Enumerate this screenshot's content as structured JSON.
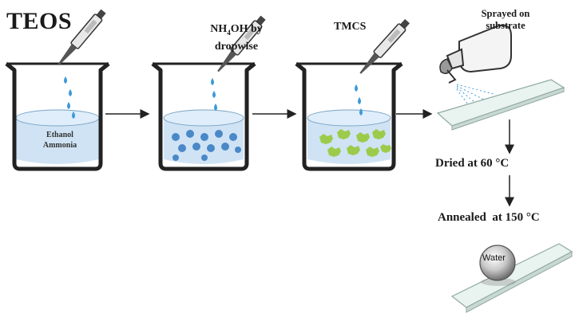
{
  "steps": {
    "teos": "TEOS",
    "nh4oh_formula_a": "NH",
    "nh4oh_formula_sub": "4",
    "nh4oh_formula_b": "OH by",
    "nh4oh_line2": "dropwise",
    "tmcs": "TMCS",
    "sprayed_line1": "Sprayed on",
    "sprayed_line2": "substrate"
  },
  "solvent": {
    "line1": "Ethanol",
    "line2": "Ammonia"
  },
  "process": {
    "dried": "Dried at 60 °C",
    "annealed": "Annealed  at 150 °C"
  },
  "droplet_label": "Water",
  "colors": {
    "liquid": "#cfe3f4",
    "silica_particles": "#4a88c8",
    "modified_particles": "#9ccb4c",
    "drops": "#3d9ad8",
    "beaker_outline": "#222222"
  }
}
